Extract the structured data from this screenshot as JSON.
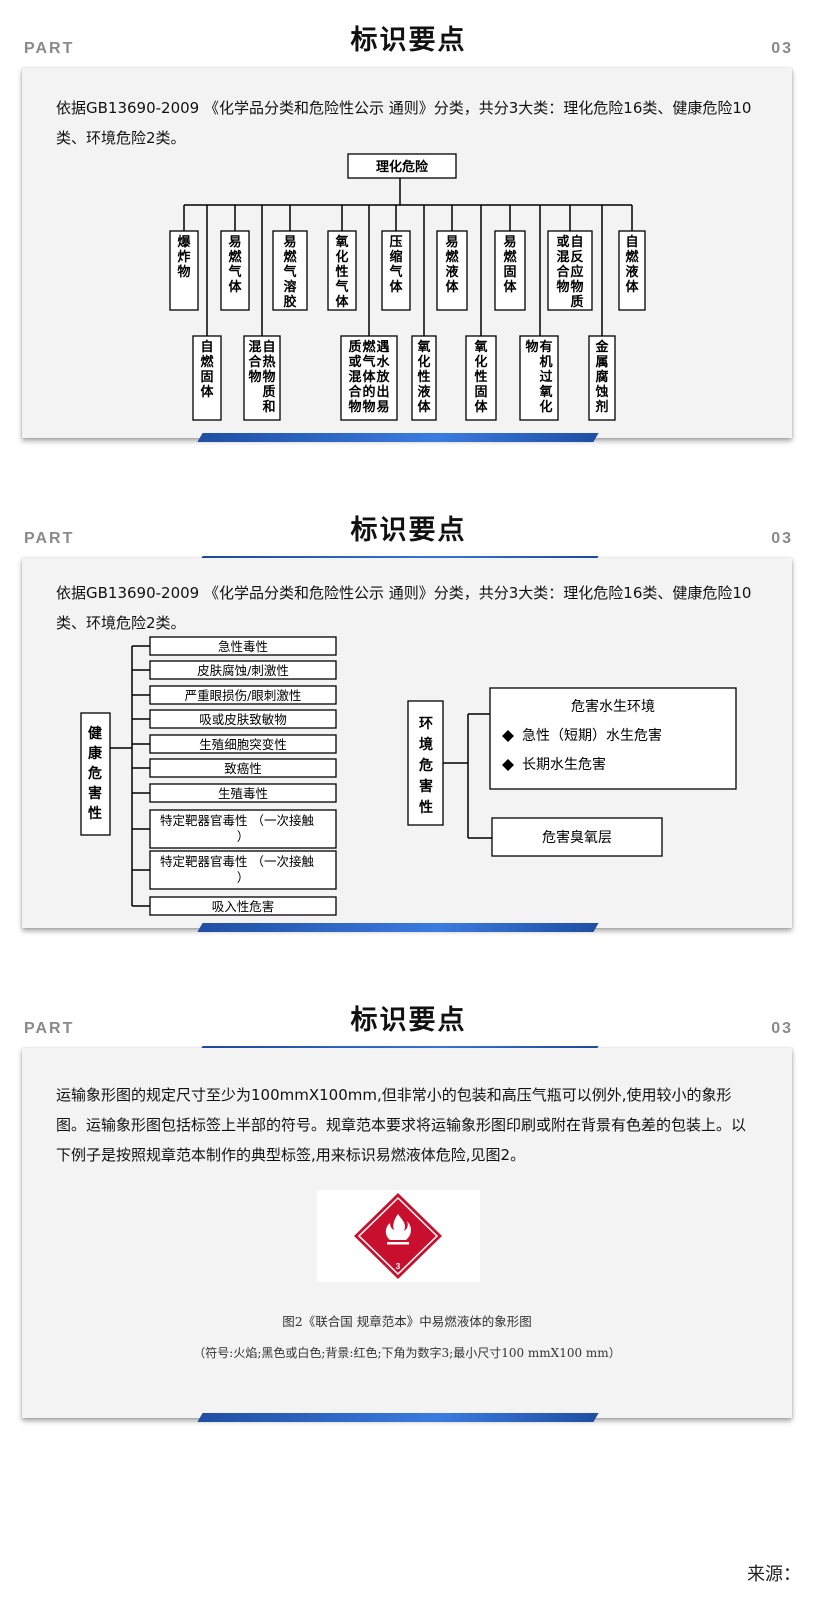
{
  "slides": [
    {
      "part_label": "PART",
      "number": "03",
      "title": "标识要点",
      "intro": "依据GB13690-2009 《化学品分类和危险性公示 通则》分类，共分3大类：理化危险16类、健康危险10类、环境危险2类。",
      "diagram": {
        "root": "理化危险",
        "top_row": [
          "爆炸物",
          "易燃气体",
          "易燃气溶胶",
          "氧化性气体",
          "压缩气体",
          "易燃液体",
          "易燃固体",
          "自反应物质或混合物",
          "自燃液体"
        ],
        "bottom_row": [
          "自燃固体",
          "自热物质和混合物",
          "遇水放出易燃气体的物质或混合物",
          "氧化性液体",
          "氧化性固体",
          "有机过氧化物",
          "金属腐蚀剂"
        ]
      }
    },
    {
      "part_label": "PART",
      "number": "03",
      "title": "标识要点",
      "intro": "依据GB13690-2009 《化学品分类和危险性公示 通则》分类，共分3大类：理化危险16类、健康危险10类、环境危险2类。",
      "health": {
        "root": "健康危害性",
        "items": [
          "急性毒性",
          "皮肤腐蚀/刺激性",
          "严重眼损伤/眼刺激性",
          "吸或皮肤致敏物",
          "生殖细胞突变性",
          "致癌性",
          "生殖毒性",
          "特定靶器官毒性 （一次接触）",
          "特定靶器官毒性 （一次接触）",
          "吸入性危害"
        ]
      },
      "environment": {
        "root": "环境危害性",
        "box1_title": "危害水生环境",
        "box1_items": [
          "急性（短期）水生危害",
          "长期水生危害"
        ],
        "box2": "危害臭氧层"
      }
    },
    {
      "part_label": "PART",
      "number": "03",
      "title": "标识要点",
      "paragraph": "运输象形图的规定尺寸至少为100mmX100mm,但非常小的包装和高压气瓶可以例外,使用较小的象形图。运输象形图包括标签上半部的符号。规章范本要求将运输象形图印刷或附在背景有色差的包装上。以下例子是按照规章范本制作的典型标签,用来标识易燃液体危险,见图2。",
      "pictogram": {
        "number": "3",
        "color": "#c8102e",
        "icon": "flame-icon"
      },
      "caption": "图2《联合国 规章范本》中易燃液体的象形图",
      "note": "（符号:火焰;黑色或白色;背景:红色;下角为数字3;最小尺寸100 mmX100 mm）"
    }
  ],
  "footer": {
    "source": "来源："
  }
}
